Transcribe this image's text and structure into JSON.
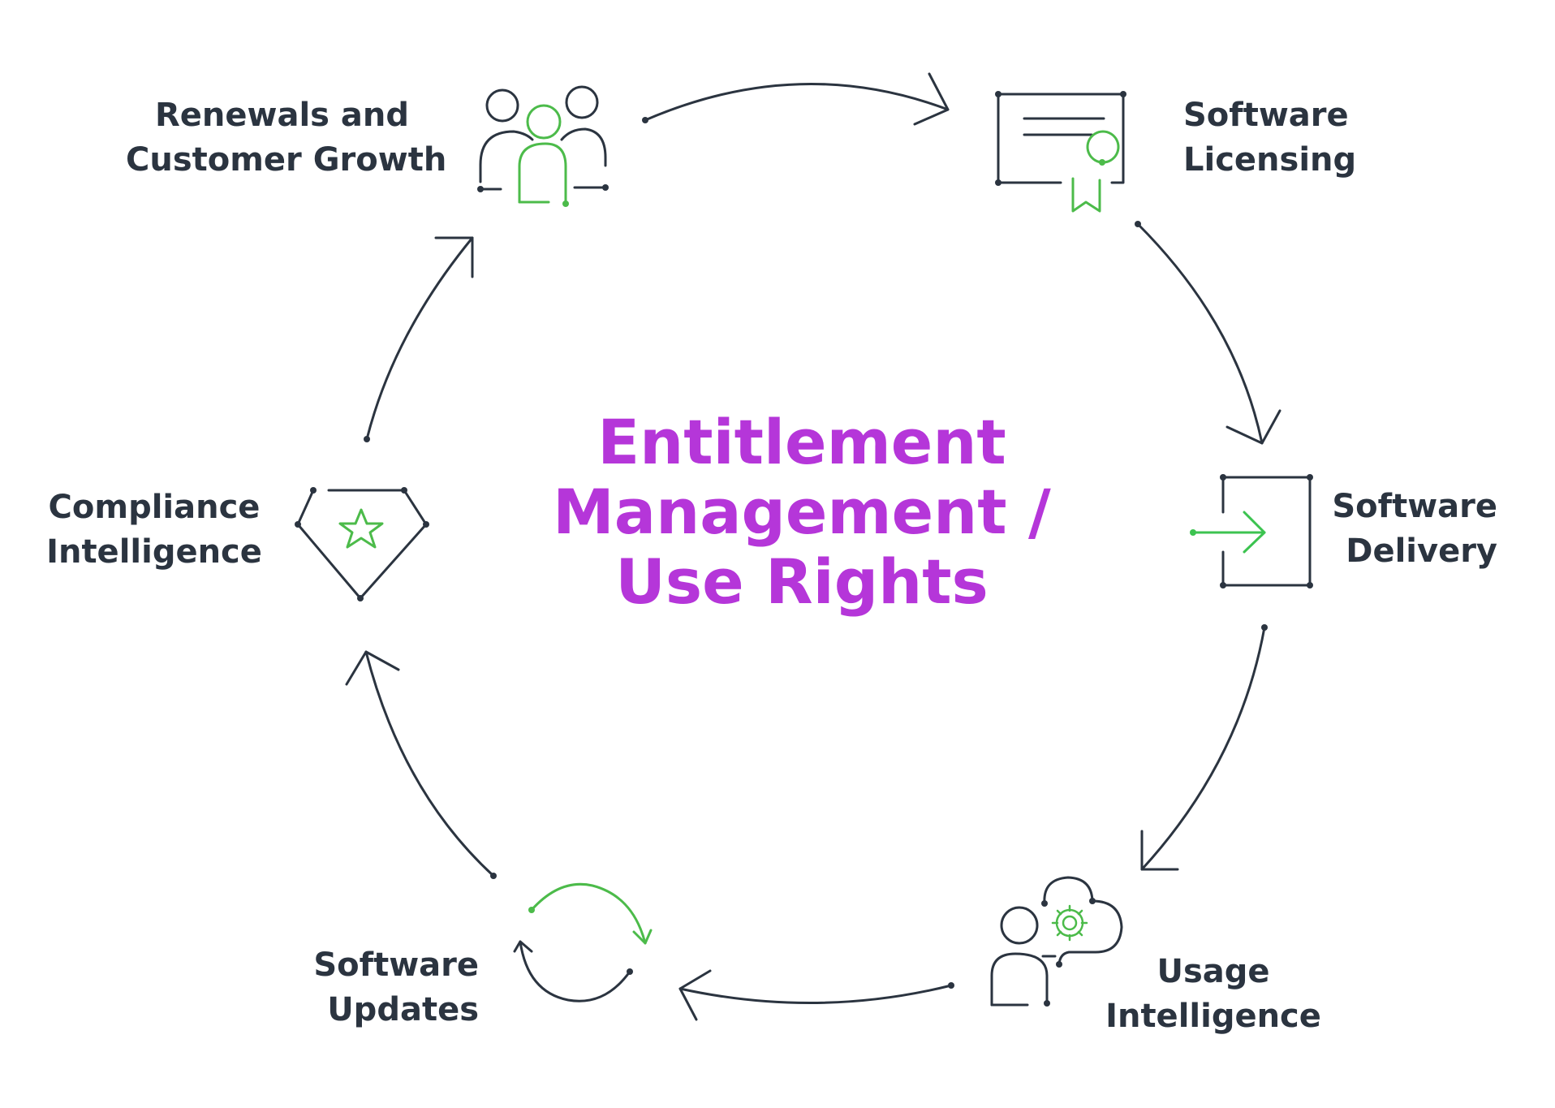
{
  "title": {
    "lines": [
      "Entitlement",
      "Management /",
      "Use Rights"
    ]
  },
  "nodes": [
    {
      "id": "software-licensing",
      "lines": [
        "Software",
        "Licensing"
      ],
      "icon": "certificate-icon"
    },
    {
      "id": "software-delivery",
      "lines": [
        "Software",
        "Delivery"
      ],
      "icon": "delivery-icon"
    },
    {
      "id": "usage-intelligence",
      "lines": [
        "Usage",
        "Intelligence"
      ],
      "icon": "user-cloud-gear-icon"
    },
    {
      "id": "software-updates",
      "lines": [
        "Software",
        "Updates"
      ],
      "icon": "refresh-icon"
    },
    {
      "id": "compliance-intelligence",
      "lines": [
        "Compliance",
        "Intelligence"
      ],
      "icon": "shield-star-icon"
    },
    {
      "id": "renewals-customer-growth",
      "lines": [
        "Renewals and",
        "Customer Growth"
      ],
      "icon": "people-group-icon"
    }
  ],
  "colors": {
    "text": "#2b3440",
    "accent": "#b536d9",
    "icon_line": "#2b3440",
    "icon_highlight": "#4cbb4a"
  }
}
